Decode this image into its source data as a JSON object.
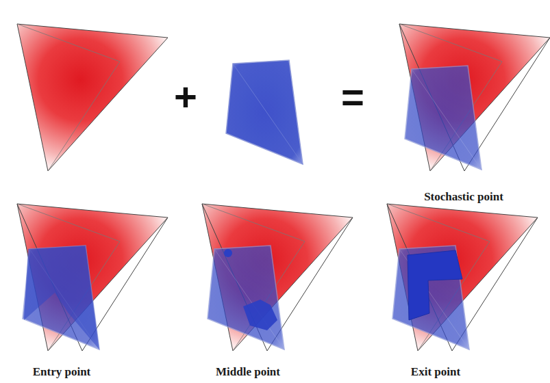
{
  "diagram": {
    "labels": [
      "+",
      "=",
      "Stochastic point",
      "Entry point",
      "Middle point",
      "Exit point"
    ]
  }
}
